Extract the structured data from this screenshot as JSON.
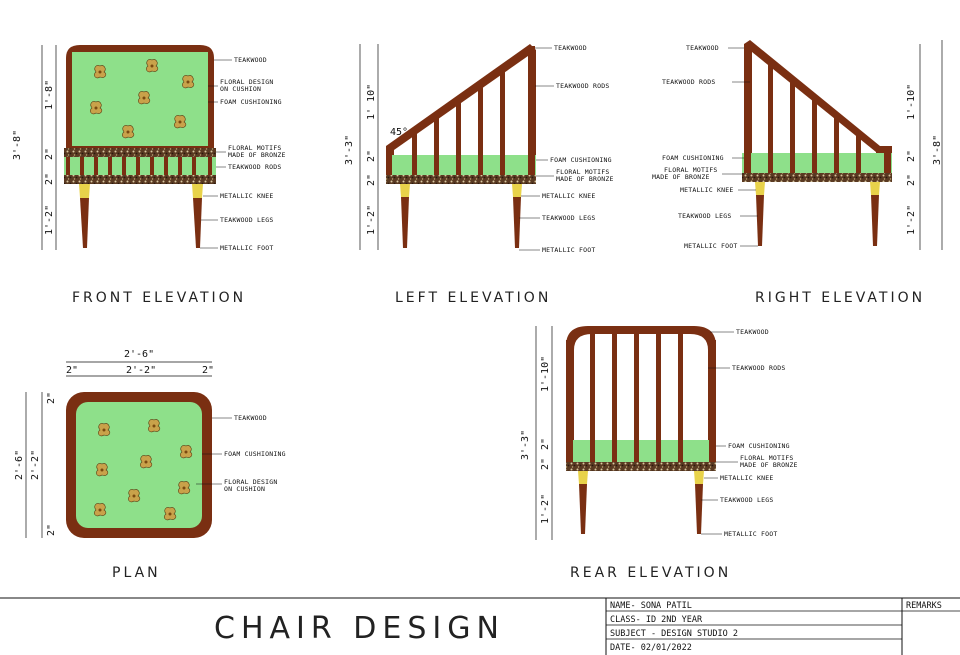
{
  "drawing": {
    "title": "CHAIR DESIGN",
    "views": {
      "front": "FRONT ELEVATION",
      "left": "LEFT ELEVATION",
      "right": "RIGHT ELEVATION",
      "plan": "PLAN",
      "rear": "REAR ELEVATION"
    },
    "front_labels": {
      "teakwood": "TEAKWOOD",
      "floral1": "FLORAL DESIGN",
      "floral2": "ON CUSHION",
      "foam": "FOAM CUSHIONING",
      "motif1": "FLORAL MOTIFS",
      "motif2": "MADE OF BRONZE",
      "rods": "TEAKWOOD RODS",
      "knee": "METALLIC KNEE",
      "legs": "TEAKWOOD LEGS",
      "foot": "METALLIC FOOT"
    },
    "left_labels": {
      "teakwood": "TEAKWOOD",
      "rods": "TEAKWOOD RODS",
      "foam": "FOAM CUSHIONING",
      "motif1": "FLORAL MOTIFS",
      "motif2": "MADE OF BRONZE",
      "knee": "METALLIC KNEE",
      "legs": "TEAKWOOD LEGS",
      "foot": "METALLIC FOOT"
    },
    "right_labels": {
      "teakwood": "TEAKWOOD",
      "rods": "TEAKWOOD RODS",
      "foam": "FOAM CUSHIONING",
      "motif1": "FLORAL MOTIFS",
      "motif2": "MADE OF BRONZE",
      "knee": "METALLIC KNEE",
      "legs": "TEAKWOOD LEGS",
      "foot": "METALLIC FOOT"
    },
    "plan_labels": {
      "teakwood": "TEAKWOOD",
      "foam": "FOAM CUSHIONING",
      "floral1": "FLORAL DESIGN",
      "floral2": "ON CUSHION"
    },
    "rear_labels": {
      "teakwood": "TEAKWOOD",
      "rods": "TEAKWOOD RODS",
      "foam": "FOAM CUSHIONING",
      "motif1": "FLORAL MOTIFS",
      "motif2": "MADE OF BRONZE",
      "knee": "METALLIC KNEE",
      "legs": "TEAKWOOD LEGS",
      "foot": "METALLIC FOOT"
    },
    "dims": {
      "front_total": "3'-8\"",
      "front_back": "1'-8\"",
      "front_seat": "2\"",
      "front_motif": "2\"",
      "front_leg": "1'-2\"",
      "left_total": "3'-3\"",
      "left_back": "1' 10\"",
      "left_angle": "45°",
      "left_seat": "2\"",
      "left_motif": "2\"",
      "left_leg": "1'-2\"",
      "right_total": "3'-8\"",
      "right_back": "1'-10\"",
      "right_seat": "2\"",
      "right_motif": "2\"",
      "right_leg": "1'-2\"",
      "plan_width": "2'-6\"",
      "plan_inner": "2'-2\"",
      "plan_edge_l": "2\"",
      "plan_edge_r": "2\"",
      "plan_depth": "2'-6\"",
      "plan_inner_v": "2'-2\"",
      "plan_edge_t": "2\"",
      "plan_edge_b": "2\"",
      "rear_total": "3'-3\"",
      "rear_back": "1'-10\"",
      "rear_seat": "2\"",
      "rear_motif": "2\"",
      "rear_leg": "1'-2\""
    }
  },
  "title_block": {
    "name": "NAME- SONA PATIL",
    "class": "CLASS- ID 2ND YEAR",
    "subject": "SUBJECT - DESIGN STUDIO 2",
    "date": "DATE- 02/01/2022",
    "remarks": "REMARKS"
  },
  "colors": {
    "teakwood": "#7a2f12",
    "cushion": "#8ee08a",
    "metal": "#e8d24a",
    "floral": "#c9a24a"
  }
}
